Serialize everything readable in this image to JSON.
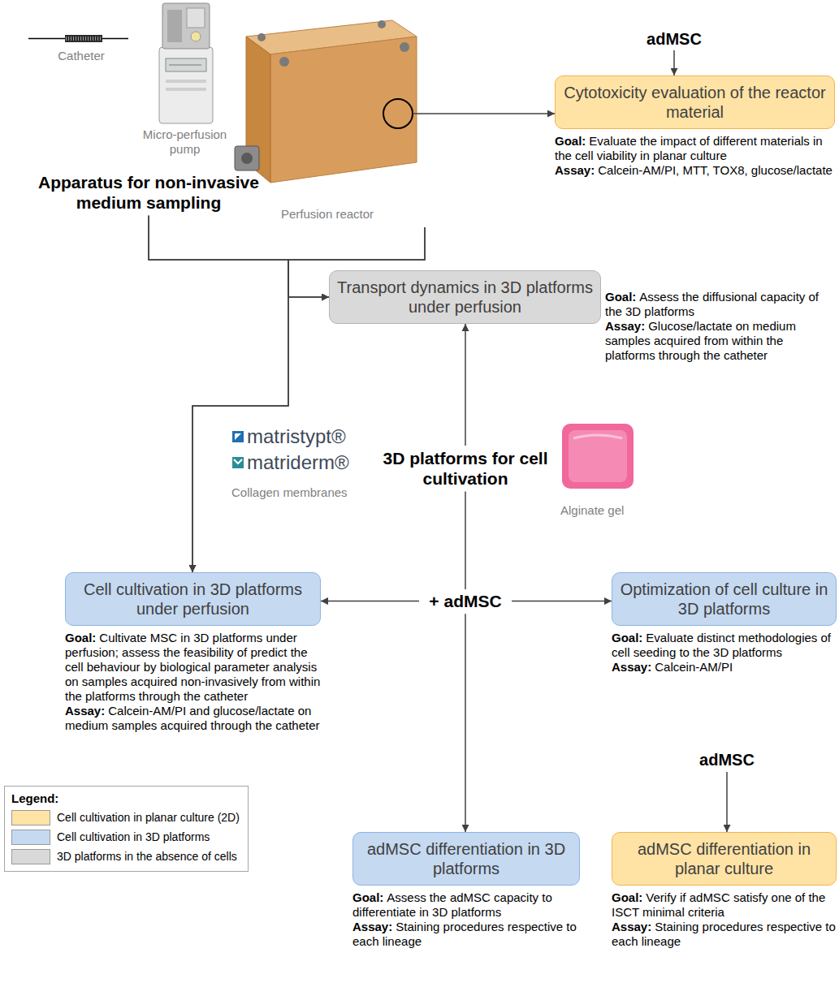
{
  "diagram": {
    "nodes": [
      {
        "text": [
          "adMSC"
        ]
      },
      {
        "text": [
          "Apparatus for non-invasive medium sampling"
        ]
      },
      {
        "text": [
          "Perfusion reactor"
        ]
      },
      {
        "text": [
          "Cytotoxicity evaluation of the reactor material",
          "Goal:",
          "Evaluate the impact of different materials in the cell viability in planar culture",
          "Assay:",
          "Calcein-AM/PI, MTT, TOX8, glucose/lactate"
        ]
      },
      {
        "text": [
          "Transport dynamics in 3D platforms under perfusion",
          "Goal:",
          "Assess the diffusional capacity of the 3D platforms",
          "Assay:",
          "Glucose/lactate on medium samples acquired from within the platforms through the catheter"
        ]
      },
      {
        "text": [
          "3D platforms for cell cultivation"
        ]
      },
      {
        "text": [
          "+ adMSC"
        ]
      },
      {
        "text": [
          "Cell cultivation in 3D platforms under perfusion",
          "Goal:",
          "Cultivate MSC in 3D platforms under perfusion; assess the feasibility of predict the cell behaviour by biological parameter analysis on samples acquired non-invasively from within the platforms through the catheter",
          "Assay:",
          "Calcein-AM/PI and glucose/lactate on medium samples acquired through the catheter"
        ]
      },
      {
        "text": [
          "Optimization of cell culture in 3D platforms",
          "Goal:",
          "Evaluate distinct methodologies of cell seeding to the 3D platforms",
          "Assay:",
          "Calcein-AM/PI"
        ]
      },
      {
        "text": [
          "adMSC"
        ]
      },
      {
        "text": [
          "adMSC differentiation in 3D platforms",
          "Goal:",
          "Assess the adMSC capacity to differentiate in 3D platforms",
          "Assay:",
          "Staining procedures respective to each lineage"
        ]
      },
      {
        "text": [
          "adMSC differentiation in planar culture",
          "Goal:",
          "Verify if adMSC satisfy one of the ISCT minimal criteria",
          "Assay:",
          "Staining procedures respective to each lineage"
        ]
      }
    ],
    "edges": [
      {
        "from": 0,
        "to": 3,
        "arrow": "to"
      },
      {
        "from": 2,
        "to": 3,
        "arrow": "to"
      },
      {
        "from": 1,
        "to": 4,
        "arrow": "to"
      },
      {
        "from": 2,
        "to": 4,
        "arrow": "to"
      },
      {
        "from": 1,
        "to": 7,
        "arrow": "to"
      },
      {
        "from": 2,
        "to": 7,
        "arrow": "to"
      },
      {
        "from": 5,
        "to": 4,
        "arrow": "to"
      },
      {
        "from": 5,
        "to": 6,
        "arrow": "none"
      },
      {
        "from": 6,
        "to": 7,
        "arrow": "to"
      },
      {
        "from": 6,
        "to": 8,
        "arrow": "to"
      },
      {
        "from": 6,
        "to": 10,
        "arrow": "to"
      },
      {
        "from": 9,
        "to": 11,
        "arrow": "to"
      }
    ],
    "labels": [
      "Catheter",
      "Micro-perfusion pump",
      "matristypt®",
      "matriderm®",
      "Collagen membranes",
      "Alginate gel",
      "Legend:"
    ],
    "legend": [
      {
        "text": "Cell cultivation in planar culture (2D)",
        "color": "#ffe3a5"
      },
      {
        "text": "Cell cultivation in 3D platforms",
        "color": "#c5d9f1"
      },
      {
        "text": "3D platforms in the absence of cells",
        "color": "#d9d9d9"
      }
    ]
  }
}
